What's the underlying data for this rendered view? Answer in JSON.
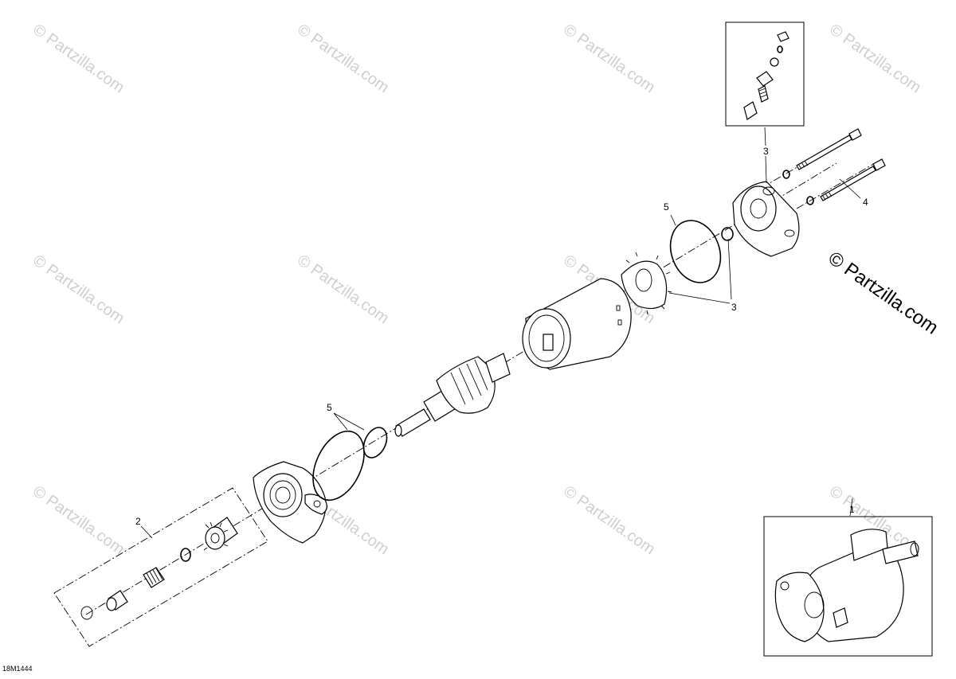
{
  "watermark": "© Partzilla.com",
  "brand_mark": "© Partzilla.com",
  "diagram_ref": "18M1444",
  "callouts": {
    "c1": "1",
    "c2": "2",
    "c3_top": "3",
    "c3_mid": "3",
    "c4": "4",
    "c5_left": "5",
    "c5_right": "5"
  }
}
